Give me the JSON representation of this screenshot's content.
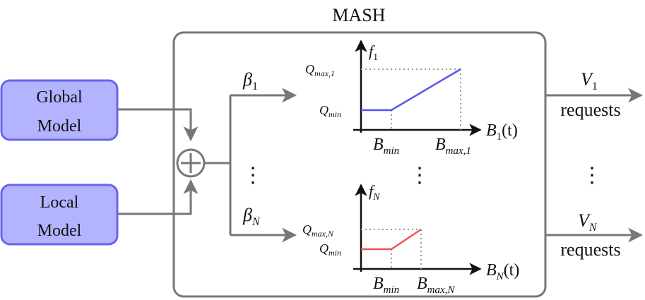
{
  "title": "MASH",
  "models": {
    "global": {
      "line1": "Global",
      "line2": "Model"
    },
    "local": {
      "line1": "Local",
      "line2": "Model"
    }
  },
  "sum_symbol": "+",
  "ellipsis": "⋮",
  "branches": {
    "top": {
      "beta_base": "β",
      "beta_sub": "1"
    },
    "bottom": {
      "beta_base": "β",
      "beta_sub": "N"
    }
  },
  "outputs": {
    "top": {
      "v_base": "V",
      "v_sub": "1",
      "label": "requests"
    },
    "bottom": {
      "v_base": "V",
      "v_sub": "N",
      "label": "requests"
    }
  },
  "plots": {
    "top": {
      "f_base": "f",
      "f_sub": "1",
      "qmax_base": "Q",
      "qmax_sub": "max,1",
      "qmin_base": "Q",
      "qmin_sub": "min",
      "x_base": "B",
      "x_sub": "1",
      "x_suffix": "(t)",
      "bmin_base": "B",
      "bmin_sub": "min",
      "bmax_base": "B",
      "bmax_sub": "max,1"
    },
    "bottom": {
      "f_base": "f",
      "f_sub": "N",
      "qmax_base": "Q",
      "qmax_sub": "max,N",
      "qmin_base": "Q",
      "qmin_sub": "min",
      "x_base": "B",
      "x_sub": "N",
      "x_suffix": "(t)",
      "bmin_base": "B",
      "bmin_sub": "min",
      "bmax_base": "B",
      "bmax_sub": "max,N"
    }
  },
  "colors": {
    "line": "#777777",
    "model_fill": "#b3b3ff",
    "model_stroke": "#6666ee",
    "curve_top": "#5555ee",
    "curve_bottom": "#ee5555",
    "dotted": "#999999",
    "text": "#111111"
  }
}
